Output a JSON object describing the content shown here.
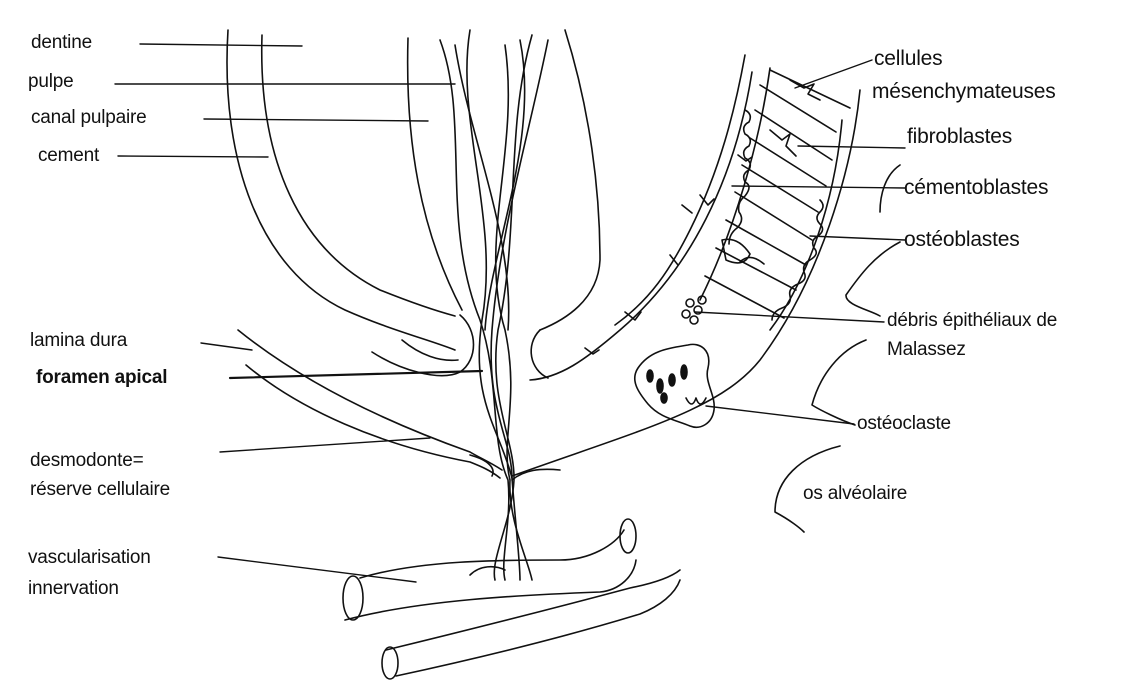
{
  "labels": {
    "dentine": "dentine",
    "pulpe": "pulpe",
    "canal_pulpaire": "canal pulpaire",
    "cement": "cement",
    "lamina_dura": "lamina dura",
    "foramen_apical": "foramen apical",
    "desmodonte_line1": "desmodonte=",
    "desmodonte_line2": "réserve cellulaire",
    "vascularisation_line1": "vascularisation",
    "vascularisation_line2": "innervation",
    "cellules_line1": "cellules",
    "cellules_line2": "mésenchymateuses",
    "fibroblastes": "fibroblastes",
    "cementoblastes": "cémentoblastes",
    "osteoblastes": "ostéoblastes",
    "debris_line1": "débris épithéliaux de",
    "debris_line2": "Malassez",
    "osteoclaste": "ostéoclaste",
    "os_alveolaire": "os alvéolaire"
  }
}
